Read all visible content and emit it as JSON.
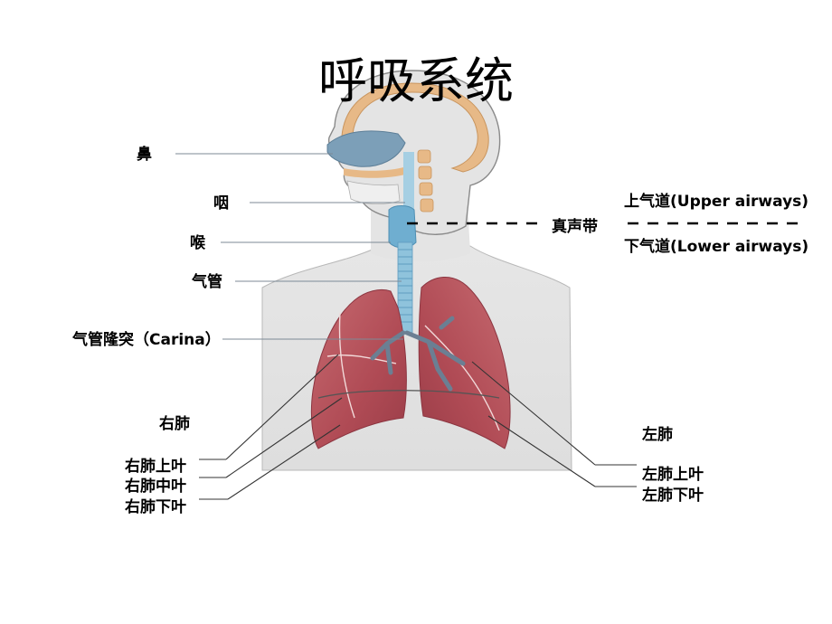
{
  "title": "呼吸系统",
  "labels": {
    "nose": "鼻",
    "pharynx": "咽",
    "larynx": "喉",
    "trachea": "气管",
    "carina": "气管隆突（Carina）",
    "right_lung": "右肺",
    "right_upper_lobe": "右肺上叶",
    "right_middle_lobe": "右肺中叶",
    "right_lower_lobe": "右肺下叶",
    "vocal_cords": "真声带",
    "upper_airways": "上气道(Upper airways)",
    "lower_airways": "下气道(Lower airways)",
    "left_lung": "左肺",
    "left_upper_lobe": "左肺上叶",
    "left_lower_lobe": "左肺下叶"
  },
  "colors": {
    "skin": "#e3e3e3",
    "skin_outline": "#8a8a8a",
    "bone": "#e7b987",
    "nasal_cavity": "#7c9fb8",
    "airway": "#8fc3dc",
    "lung": "#b8545c",
    "lung_dark": "#8c3540",
    "leader_line": "#7c8a96",
    "divider": "#000000"
  }
}
